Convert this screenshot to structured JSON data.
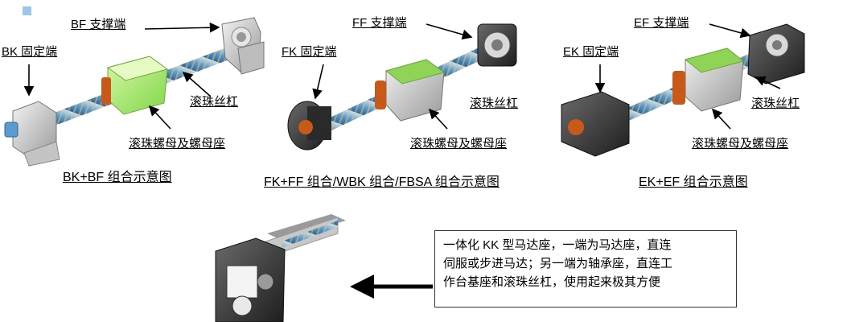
{
  "group1": {
    "bf_label": "BF 支撑端",
    "bk_label": "BK 固定端",
    "screw_label": "滚珠丝杠",
    "nut_label": "滚珠螺母及螺母座",
    "caption": "BK+BF 组合示意图"
  },
  "group2": {
    "ff_label": "FF 支撑端",
    "fk_label": "FK 固定端",
    "screw_label": "滚珠丝杠",
    "nut_label": "滚珠螺母及螺母座",
    "caption": "FK+FF 组合/WBK 组合/FBSA 组合示意图"
  },
  "group3": {
    "ef_label": "EF 支撑端",
    "ek_label": "EK 固定端",
    "screw_label": "滚珠丝杠",
    "nut_label": "滚珠螺母及螺母座",
    "caption": "EK+EF 组合示意图"
  },
  "note": {
    "line1": "一体化 KK 型马达座，一端为马达座，直连",
    "line2": "伺服或步进马达；另一端为轴承座，直连工",
    "line3": "作台基座和滚珠丝杠，使用起来极其方便"
  }
}
